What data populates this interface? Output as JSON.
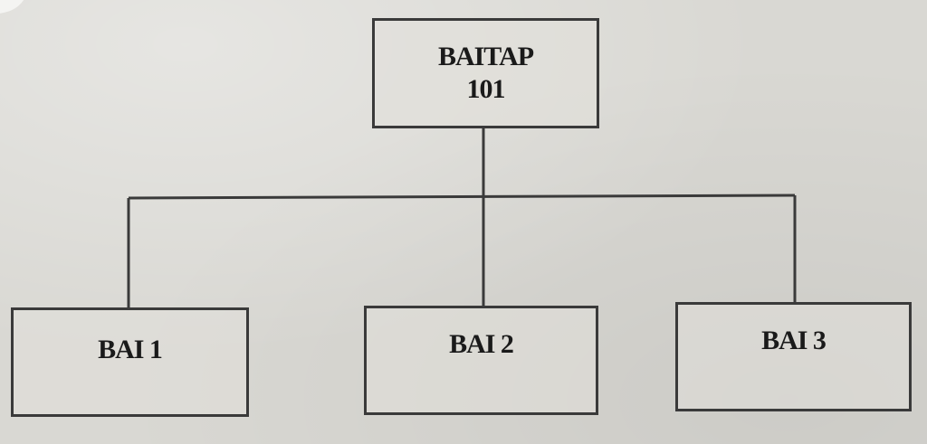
{
  "diagram": {
    "root": {
      "line1": "BAITAP",
      "line2": "101"
    },
    "children": [
      {
        "label": "BAI 1"
      },
      {
        "label": "BAI 2"
      },
      {
        "label": "BAI 3"
      }
    ],
    "colors": {
      "line": "#3a3a3a",
      "text": "#1a1a1a",
      "paper": "#d9d8d3"
    }
  }
}
